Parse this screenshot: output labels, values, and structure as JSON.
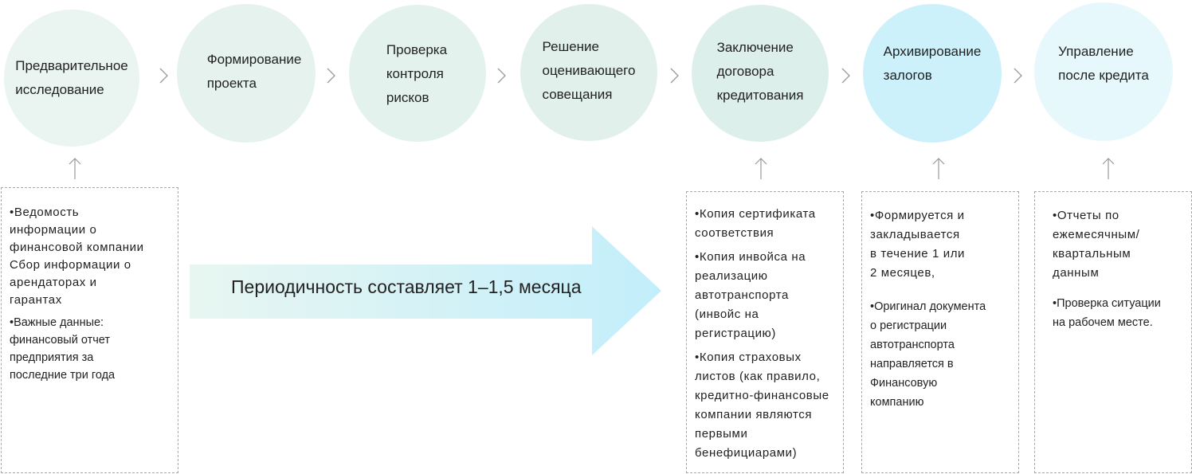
{
  "stages": [
    {
      "label": "Предварительное\nисследование",
      "color": "#eaf4f1"
    },
    {
      "label": "Формирование\nпроекта",
      "color": "#e5f2ee"
    },
    {
      "label": "Проверка\nконтроля\nрисков",
      "color": "#e4f2ee"
    },
    {
      "label": "Решение\nоценивающего\nсовещания",
      "color": "#e1f0eb"
    },
    {
      "label": "Заключение\nдоговора\nкредитования",
      "color": "#dcefea"
    },
    {
      "label": "Архивирование\nзалогов",
      "color": "#ccf1fb"
    },
    {
      "label": "Управление\nпосле кредита",
      "color": "#e7f8fc"
    }
  ],
  "period": "Периодичность составляет 1–1,5 месяца",
  "boxes": {
    "preliminary": [
      "•Ведомость\nинформации о\nфинансовой компании\nСбор информации о\nарендаторах и\nгарантах",
      "•Важные данные:\nфинансовый отчет\nпредприятия за\nпоследние три года"
    ],
    "contract": [
      "•Копия сертификата\n соответствия",
      "•Копия инвойса на\n реализацию\nавтотранспорта\n(инвойс на\nрегистрацию)",
      "•Копия страховых\nлистов (как правило,\nкредитно-финансовые\nкомпании являются\nпервыми\nбенефициарами)"
    ],
    "archive": [
      "•Формируется и\nзакладывается\nв течение 1 или\n2 месяцев,",
      "•Оригинал документа\n о регистрации\nавтотранспорта\nнаправляется в\nФинансовую\nкомпанию"
    ],
    "post_credit": [
      "•Отчеты по\nежемесячным/\nквартальным\n данным",
      "•Проверка ситуации\nна рабочем месте."
    ]
  }
}
